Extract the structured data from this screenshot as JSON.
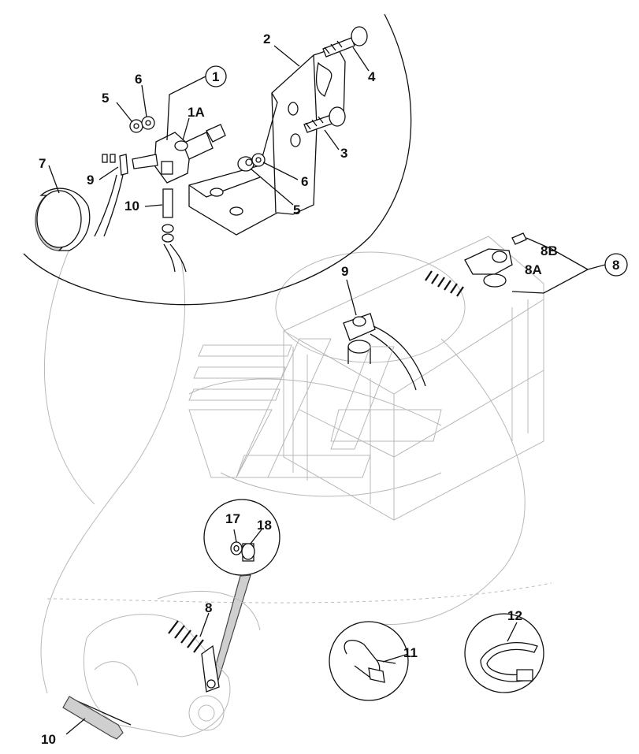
{
  "callouts": {
    "c1": "1",
    "c1a": "1A",
    "c2": "2",
    "c3": "3",
    "c4": "4",
    "c5a": "5",
    "c5b": "5",
    "c6a": "6",
    "c6b": "6",
    "c7": "7",
    "c8": "8",
    "c8a": "8A",
    "c8b": "8B",
    "c8c": "8",
    "c9a": "9",
    "c9b": "9",
    "c10a": "10",
    "c10b": "10",
    "c11": "11",
    "c12": "12",
    "c17": "17",
    "c18": "18"
  },
  "colors": {
    "line": "#111111",
    "ghost": "#b8b8b8",
    "background": "#ffffff"
  }
}
